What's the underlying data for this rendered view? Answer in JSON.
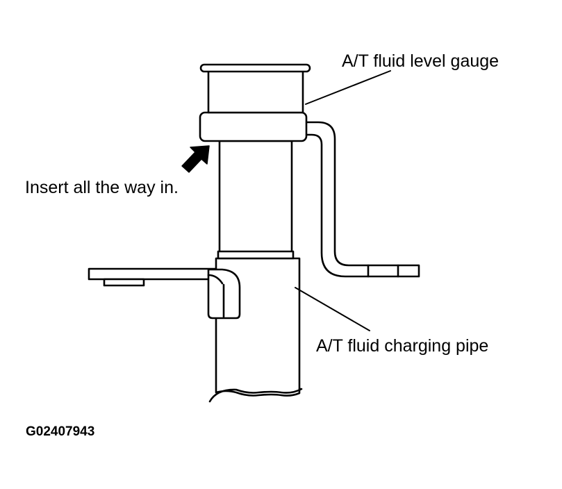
{
  "labels": {
    "gauge": "A/T fluid level gauge",
    "pipe": "A/T fluid charging pipe",
    "instruction": "Insert all the way in."
  },
  "figure_id": "G02407943",
  "colors": {
    "ink": "#000000",
    "paper": "#ffffff"
  },
  "icons": {
    "arrow": "insert-direction-arrow"
  }
}
